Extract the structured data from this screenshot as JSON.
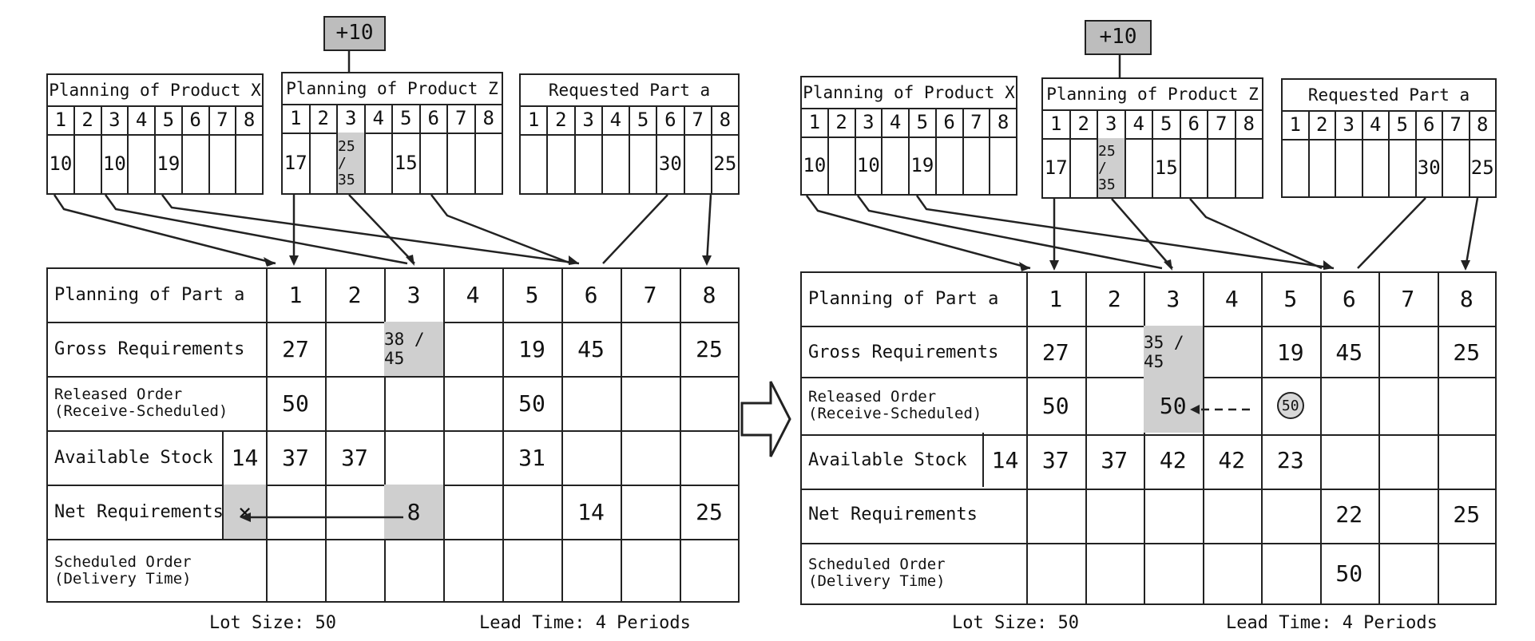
{
  "left": {
    "plus_badge": "+10",
    "product_x": {
      "title": "Planning of Product X",
      "periods": [
        "1",
        "2",
        "3",
        "4",
        "5",
        "6",
        "7",
        "8"
      ],
      "values": [
        "10",
        "",
        "10",
        "",
        "19",
        "",
        "",
        ""
      ]
    },
    "product_z": {
      "title": "Planning of Product Z",
      "periods": [
        "1",
        "2",
        "3",
        "4",
        "5",
        "6",
        "7",
        "8"
      ],
      "values": [
        "17",
        "",
        "25 / 35",
        "",
        "15",
        "",
        "",
        ""
      ]
    },
    "part_a": {
      "title": "Requested Part a",
      "periods": [
        "1",
        "2",
        "3",
        "4",
        "5",
        "6",
        "7",
        "8"
      ],
      "values": [
        "",
        "",
        "",
        "",
        "",
        "30",
        "",
        "25"
      ]
    },
    "table": {
      "header_label": "Planning of Part a",
      "periods": [
        "1",
        "2",
        "3",
        "4",
        "5",
        "6",
        "7",
        "8"
      ],
      "gross": {
        "label": "Gross Requirements",
        "values": [
          "27",
          "",
          "38 / 45",
          "",
          "19",
          "45",
          "",
          "25"
        ]
      },
      "released": {
        "label1": "Released Order",
        "label2": "(Receive-Scheduled)",
        "values": [
          "50",
          "",
          "",
          "",
          "50",
          "",
          "",
          ""
        ]
      },
      "available": {
        "label": "Available Stock",
        "initial": "14",
        "values": [
          "37",
          "37",
          "",
          "",
          "31",
          "",
          "",
          ""
        ]
      },
      "net": {
        "label": "Net Requirements",
        "initial": "×",
        "values": [
          "",
          "",
          "8",
          "",
          "",
          "14",
          "",
          "25"
        ]
      },
      "scheduled": {
        "label1": "Scheduled Order",
        "label2": "(Delivery Time)",
        "values": [
          "",
          "",
          "",
          "",
          "",
          "",
          "",
          ""
        ]
      }
    },
    "lot_size": "Lot Size: 50",
    "lead_time": "Lead Time: 4 Periods"
  },
  "right": {
    "plus_badge": "+10",
    "product_x": {
      "title": "Planning of Product X",
      "periods": [
        "1",
        "2",
        "3",
        "4",
        "5",
        "6",
        "7",
        "8"
      ],
      "values": [
        "10",
        "",
        "10",
        "",
        "19",
        "",
        "",
        ""
      ]
    },
    "product_z": {
      "title": "Planning of Product Z",
      "periods": [
        "1",
        "2",
        "3",
        "4",
        "5",
        "6",
        "7",
        "8"
      ],
      "values": [
        "17",
        "",
        "25 / 35",
        "",
        "15",
        "",
        "",
        ""
      ]
    },
    "part_a": {
      "title": "Requested Part a",
      "periods": [
        "1",
        "2",
        "3",
        "4",
        "5",
        "6",
        "7",
        "8"
      ],
      "values": [
        "",
        "",
        "",
        "",
        "",
        "30",
        "",
        "25"
      ]
    },
    "table": {
      "header_label": "Planning of Part a",
      "periods": [
        "1",
        "2",
        "3",
        "4",
        "5",
        "6",
        "7",
        "8"
      ],
      "gross": {
        "label": "Gross Requirements",
        "values": [
          "27",
          "",
          "35 / 45",
          "",
          "19",
          "45",
          "",
          "25"
        ]
      },
      "released": {
        "label1": "Released Order",
        "label2": "(Receive-Scheduled)",
        "values": [
          "50",
          "",
          "50",
          "",
          "50",
          "",
          "",
          ""
        ]
      },
      "available": {
        "label": "Available Stock",
        "initial": "14",
        "values": [
          "37",
          "37",
          "42",
          "42",
          "23",
          "",
          "",
          ""
        ]
      },
      "net": {
        "label": "Net Requirements",
        "values": [
          "",
          "",
          "",
          "",
          "",
          "22",
          "",
          "25"
        ]
      },
      "scheduled": {
        "label1": "Scheduled Order",
        "label2": "(Delivery Time)",
        "values": [
          "",
          "",
          "",
          "",
          "",
          "50",
          "",
          ""
        ]
      }
    },
    "lot_size": "Lot Size: 50",
    "lead_time": "Lead Time: 4 Periods"
  }
}
